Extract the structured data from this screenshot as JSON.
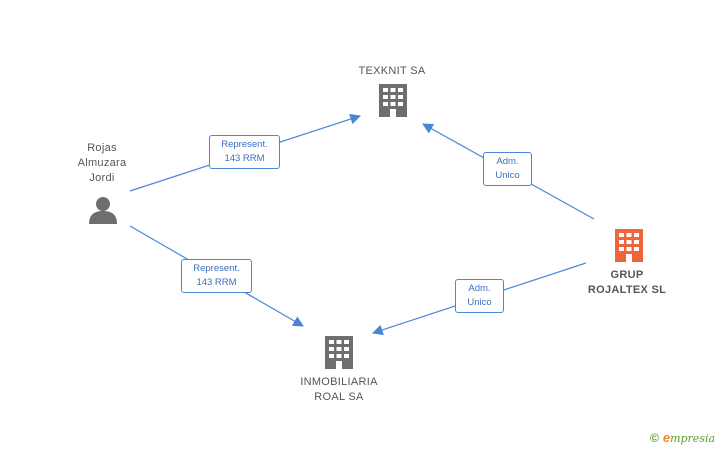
{
  "nodes": {
    "texknit": {
      "label": "TEXKNIT SA"
    },
    "person": {
      "label_lines": [
        "Rojas",
        "Almuzara",
        "Jordi"
      ]
    },
    "grup": {
      "label_lines": [
        "GRUP",
        "ROJALTEX SL"
      ]
    },
    "inmobiliaria": {
      "label_lines": [
        "INMOBILIARIA",
        "ROAL SA"
      ]
    }
  },
  "edges": {
    "person_texknit": {
      "line1": "Represent.",
      "line2": "143 RRM"
    },
    "person_inmobiliaria": {
      "line1": "Represent.",
      "line2": "143 RRM"
    },
    "grup_texknit": {
      "line1": "Adm.",
      "line2": "Unico"
    },
    "grup_inmobiliaria": {
      "line1": "Adm.",
      "line2": "Unico"
    }
  },
  "colors": {
    "edge": "#4a86d8",
    "company_icon": "#6e6e6e",
    "focus_icon": "#f0643c",
    "person_icon": "#6e6e6e"
  },
  "icons": {
    "company": "building-icon",
    "person": "person-icon"
  },
  "brand": {
    "copyright": "©",
    "initial": "e",
    "rest": "mpresia"
  }
}
